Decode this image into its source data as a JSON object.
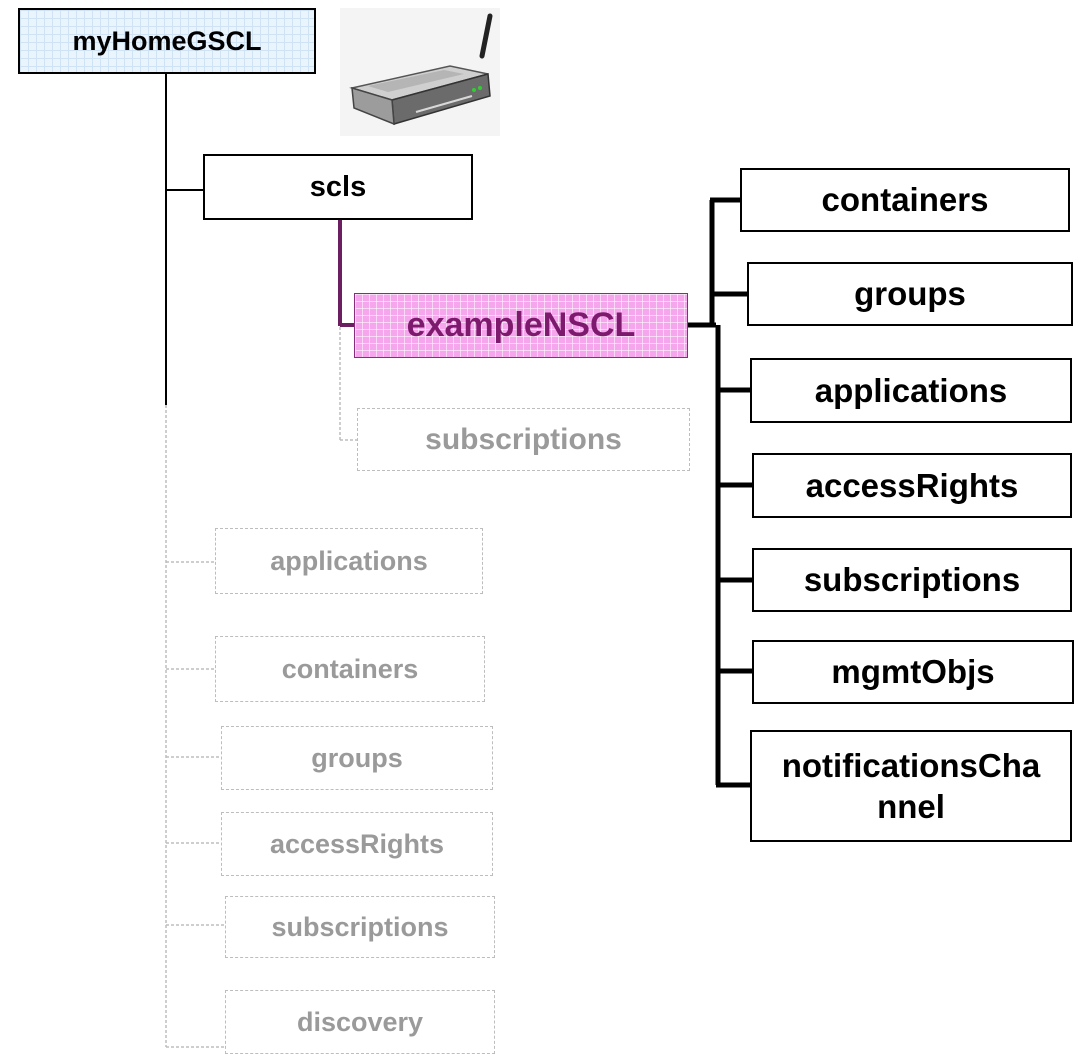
{
  "diagram": {
    "root": {
      "label": "myHomeGSCL"
    },
    "router_image": {
      "icon": "router-icon"
    },
    "scls": {
      "label": "scls"
    },
    "selected_node": {
      "label": "exampleNSCL",
      "fill_color": "#f5a6ec",
      "text_color": "#7d1a6e"
    },
    "scls_children_faded": [
      {
        "label": "subscriptions"
      }
    ],
    "root_children_faded": [
      {
        "label": "applications"
      },
      {
        "label": "containers"
      },
      {
        "label": "groups"
      },
      {
        "label": "accessRights"
      },
      {
        "label": "subscriptions"
      },
      {
        "label": "discovery"
      }
    ],
    "nscl_children": [
      {
        "label": "containers"
      },
      {
        "label": "groups"
      },
      {
        "label": "applications"
      },
      {
        "label": "accessRights"
      },
      {
        "label": "subscriptions"
      },
      {
        "label": "mgmtObjs"
      },
      {
        "label": "notificationsChannel"
      }
    ],
    "colors": {
      "active_line": "#000000",
      "faded_line": "#bdbdbd",
      "faded_text": "#9a9a9a",
      "selected_link": "#6b1f60",
      "root_fill": "#eaf4fd"
    }
  }
}
